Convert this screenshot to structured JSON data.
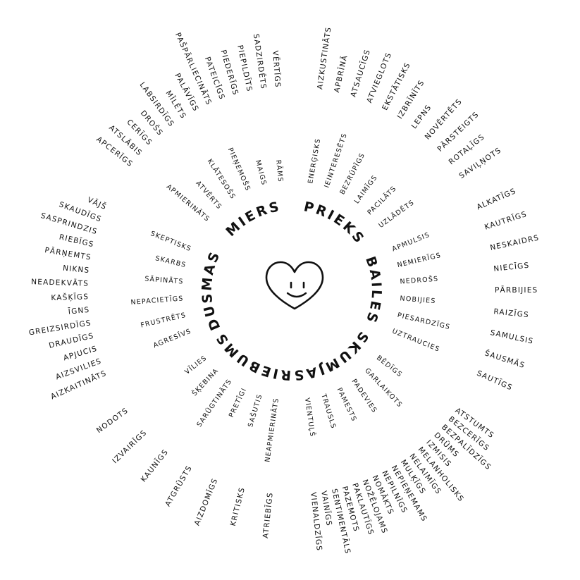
{
  "center": {
    "icon": "heart-smiley-icon"
  },
  "groups": [
    {
      "core": "MIERS",
      "inner": [
        "APMIERINĀTS",
        "ATVĒRTS",
        "KLĀTESOŠS",
        "PIEŅEMOŠS",
        "MAIGS",
        "RĀMS"
      ],
      "outer": [
        "APCERĪGS",
        "ATSLĀBIS",
        "CERĪGS",
        "DROŠS",
        "LABSIRDĪGS",
        "MĪLĒTS",
        "PALĀVĪGS",
        "PAŠPĀRLIECINĀTS",
        "PATEICĪGS",
        "PIEDERĪGS",
        "PIEPILDĪTS",
        "SADZIRDĒTS",
        "VĒRTĪGS"
      ]
    },
    {
      "core": "PRIEKS",
      "inner": [
        "ENERĢISKS",
        "IEINTERESĒTS",
        "BEZRŪPĪGS",
        "LAIMĪGS",
        "PACILĀTS",
        "UZLĀDĒTS"
      ],
      "outer": [
        "AIZKUSTINĀTS",
        "APBRĪNĀ",
        "ATSAUCĪGS",
        "ATVIEGLOTS",
        "EKSTĀTISKS",
        "IZBRĪNĪTS",
        "LEPNS",
        "NOVĒRTĒTS",
        "PĀRSTEIGTS",
        "ROTAĻĪGS",
        "SAVIĻŅOTS"
      ]
    },
    {
      "core": "BAILES",
      "inner": [
        "APMULSIS",
        "NEMIERĪGS",
        "NEDROŠS",
        "NOBIJIES",
        "PIESARDZĪGS",
        "UZTRAUCIES"
      ],
      "outer": [
        "ALKATĪGS",
        "KAUTRĪGS",
        "NESKAIDRS",
        "NIECĪGS",
        "PĀRBIJIES",
        "RAIZĪGS",
        "SAMULSIS",
        "ŠAUSMĀS",
        "SAUTĪGS"
      ]
    },
    {
      "core": "SKUMJAS",
      "inner": [
        "BĒDĪGS",
        "GARLAIKOTS",
        "PADEVIES",
        "PAMESTS",
        "TRAUSLS",
        "VIENTUĻŠ"
      ],
      "outer": [
        "ATSTUMTS",
        "BEZCERĪGS",
        "BEZPALĪDZĪGS",
        "DRŪMS",
        "IZMISIS",
        "MELANHOLISKS",
        "NELAIMĪGS",
        "MULĶĪGS",
        "NEPIEŅEMAMS",
        "NEPILNĪGS",
        "NOMĀKTS",
        "NOŽĒLOJAMS",
        "PAKLAUTĪGS",
        "PAZEMOTS",
        "SENTIMENTĀLS",
        "VAINĪGS",
        "VIENALDZĪGS"
      ]
    },
    {
      "core": "RIEBUMS",
      "inner": [
        "NEAPMIERINĀTS",
        "SAŠUTIS",
        "PRETĪGI",
        "SARŪGTINĀTS",
        "ŠĶEBINA",
        "VĪLIES"
      ],
      "outer": [
        "ATRIEBĪGS",
        "KRITISKS",
        "AIZDOMĪGS",
        "ATGRŪSTS",
        "KAUNĪGS",
        "IZVAIRĪGS",
        "NODOTS"
      ]
    },
    {
      "core": "DUSMAS",
      "inner": [
        "AGRESĪVS",
        "FRUSTRĒTS",
        "NEPACIETĪGS",
        "SĀPINĀTS",
        "SKARBS",
        "SKEPTISKS"
      ],
      "outer": [
        "AIZKAITINĀTS",
        "AIZSVILIES",
        "APJUCIS",
        "DRAUDĪGS",
        "GREIZSIRDĪGS",
        "ĪGNS",
        "KAŠĶĪGS",
        "NEADEKVĀTS",
        "NIKNS",
        "PĀRŅEMTS",
        "RIEBĪGS",
        "SASPRINDZIS",
        "SKAUDĪGS",
        "VĀJŠ"
      ]
    }
  ]
}
